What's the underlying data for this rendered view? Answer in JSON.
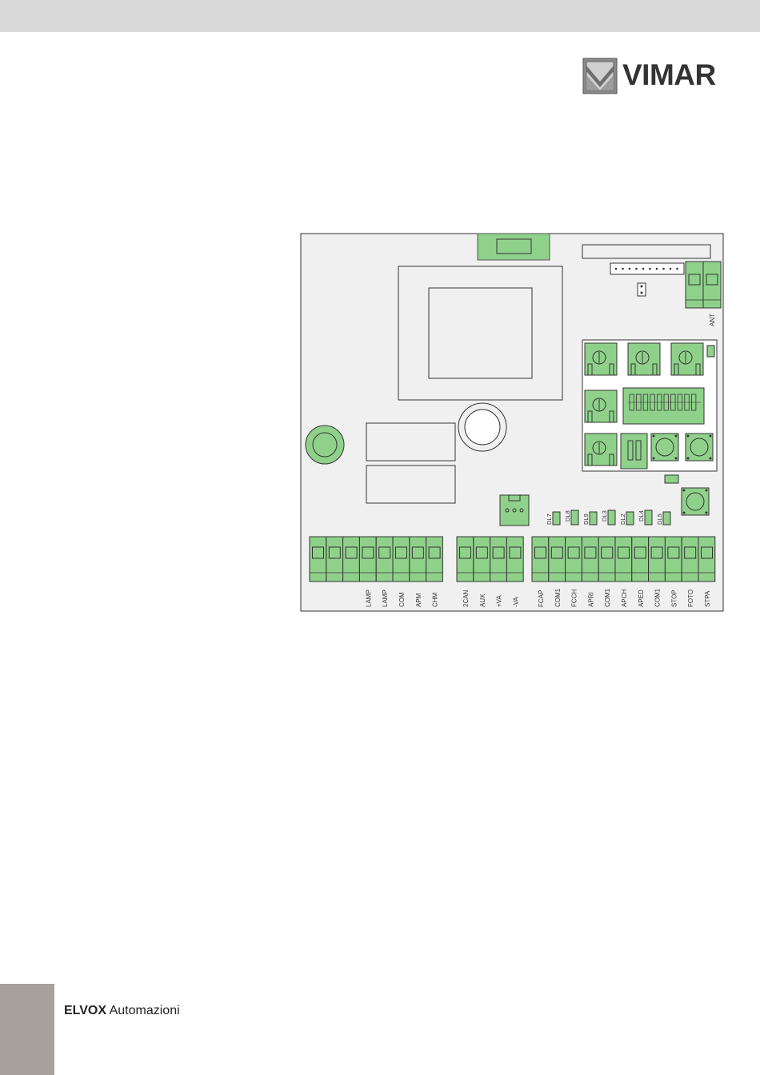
{
  "header": {
    "band_color": "#d9d9d9"
  },
  "logo": {
    "text": "VIMAR",
    "icon": "vimar-shield-icon"
  },
  "colors": {
    "terminal_green": "#8fd18a",
    "outline": "#333333",
    "footer_gray": "#a8a09d"
  },
  "board": {
    "antenna_label": "ANT",
    "terminal_groups": [
      {
        "labels": [
          "",
          "",
          "",
          "LAMP",
          "LAMP",
          "COM",
          "APM",
          "CHM"
        ]
      },
      {
        "labels": [
          "2CAN",
          "AUX",
          "+VA",
          "-VA"
        ]
      },
      {
        "labels": [
          "FCAP",
          "COM1",
          "FCCH",
          "APRI",
          "COM1",
          "APCH",
          "APED",
          "COM1",
          "STOP",
          "FOTO",
          "STPA"
        ]
      }
    ],
    "leds": [
      {
        "label": "DL7",
        "tall": false
      },
      {
        "label": "DL8",
        "tall": true
      },
      {
        "label": "DL9",
        "tall": false
      },
      {
        "label": "DL3",
        "tall": true
      },
      {
        "label": "DL2",
        "tall": false
      },
      {
        "label": "DL4",
        "tall": true
      },
      {
        "label": "DL5",
        "tall": false
      }
    ]
  },
  "footer": {
    "brand": "ELVOX",
    "product": "Automazioni"
  }
}
